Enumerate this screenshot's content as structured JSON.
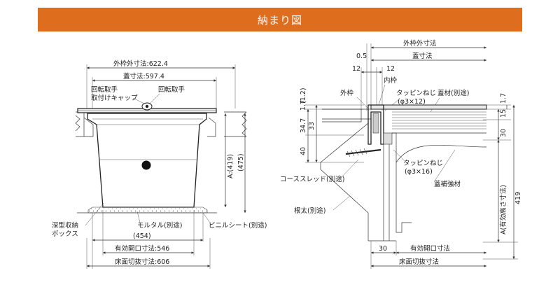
{
  "title": "納まり図",
  "left": {
    "outer_frame": "外枠外寸法:622.4",
    "lid_size": "蓋寸法:597.4",
    "handle_cap": [
      "回転取手",
      "取付けキャップ"
    ],
    "handle": "回転取手",
    "dim_a": "A:(419)",
    "dim_475": "(475)",
    "box": [
      "深型収納",
      "ボックス"
    ],
    "mortar": "モルタル(別途)",
    "vinyl": "ビニルシート(別途)",
    "dim_454": "(454)",
    "opening": "有効開口寸法:546",
    "floor_cut": "床面切抜寸法:606"
  },
  "right": {
    "outer_frame": "外枠外寸法",
    "lid_size": "蓋寸法",
    "d05": "0.5",
    "d12a": "12",
    "d12b": "12",
    "inner_frame": "内枠",
    "outer": "外枠",
    "tap_screw1": [
      "タッピンねじ",
      "(φ3×12)"
    ],
    "lid_material": "蓋材(別途)",
    "v_12": "(1.2)",
    "v_17a": "1.7",
    "v_347": "34.7",
    "v_33": "33",
    "v_40": "40",
    "v_15": "15",
    "v_17b": "1.7",
    "v_30": "30",
    "tap_screw2": [
      "タッピンねじ",
      "(φ3×16)"
    ],
    "coarse_thread": "コーススレッド(別途)",
    "reinforce": "蓋補強材",
    "joist": "根太(別途)",
    "a_height": "A(有効高さ寸法)",
    "v_419": "419",
    "h_30": "30",
    "opening": "有効開口寸法",
    "floor_cut": "床面切抜寸法"
  }
}
